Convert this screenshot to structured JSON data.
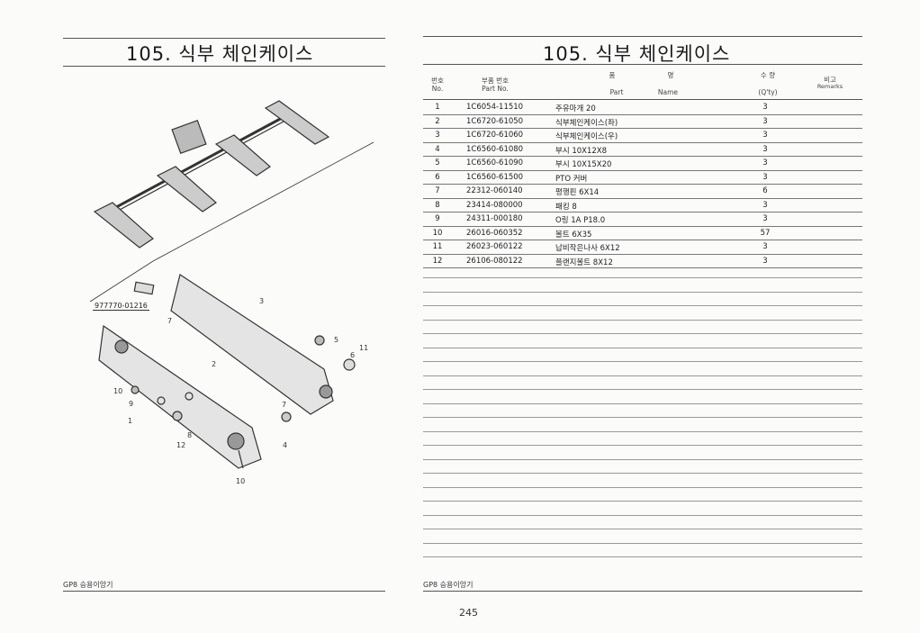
{
  "left_page": {
    "title": "105. 식부 체인케이스",
    "diagram": {
      "part_number_label": "977770-01216",
      "callouts": [
        "3",
        "5",
        "11",
        "6",
        "2",
        "7",
        "10",
        "9",
        "1",
        "12",
        "8",
        "4",
        "10",
        "7"
      ]
    },
    "footer": "GP8 승용이앙기"
  },
  "right_page": {
    "title": "105. 식부 체인케이스",
    "table": {
      "headers": {
        "no_kr": "번호",
        "no_en": "No.",
        "part_no_kr": "부품 번호",
        "part_no_en": "Part  No.",
        "name_kr_1": "품",
        "name_kr_2": "명",
        "name_en_1": "Part",
        "name_en_2": "Name",
        "qty_kr": "수 량",
        "qty_en": "(Q'ty)",
        "remarks_kr": "비고",
        "remarks_en": "Remarks"
      },
      "rows": [
        {
          "no": "1",
          "part_no": "1C6054-11510",
          "name": "주유마개 20",
          "qty": "3"
        },
        {
          "no": "2",
          "part_no": "1C6720-61050",
          "name": "식부체인케이스(좌)",
          "qty": "3"
        },
        {
          "no": "3",
          "part_no": "1C6720-61060",
          "name": "식부체인케이스(우)",
          "qty": "3"
        },
        {
          "no": "4",
          "part_no": "1C6560-61080",
          "name": "부시 10X12X8",
          "qty": "3"
        },
        {
          "no": "5",
          "part_no": "1C6560-61090",
          "name": "부시 10X15X20",
          "qty": "3"
        },
        {
          "no": "6",
          "part_no": "1C6560-61500",
          "name": "PTO 커버",
          "qty": "3"
        },
        {
          "no": "7",
          "part_no": "22312-060140",
          "name": "평행핀 6X14",
          "qty": "6"
        },
        {
          "no": "8",
          "part_no": "23414-080000",
          "name": "패킹 8",
          "qty": "3"
        },
        {
          "no": "9",
          "part_no": "24311-000180",
          "name": "O링 1A P18.0",
          "qty": "3"
        },
        {
          "no": "10",
          "part_no": "26016-060352",
          "name": "볼트 6X35",
          "qty": "57"
        },
        {
          "no": "11",
          "part_no": "26023-060122",
          "name": "납비작은나사 6X12",
          "qty": "3"
        },
        {
          "no": "12",
          "part_no": "26106-080122",
          "name": "플랜지볼트 8X12",
          "qty": "3"
        }
      ]
    },
    "footer": "GP8 승용이앙기"
  },
  "page_number": "245"
}
